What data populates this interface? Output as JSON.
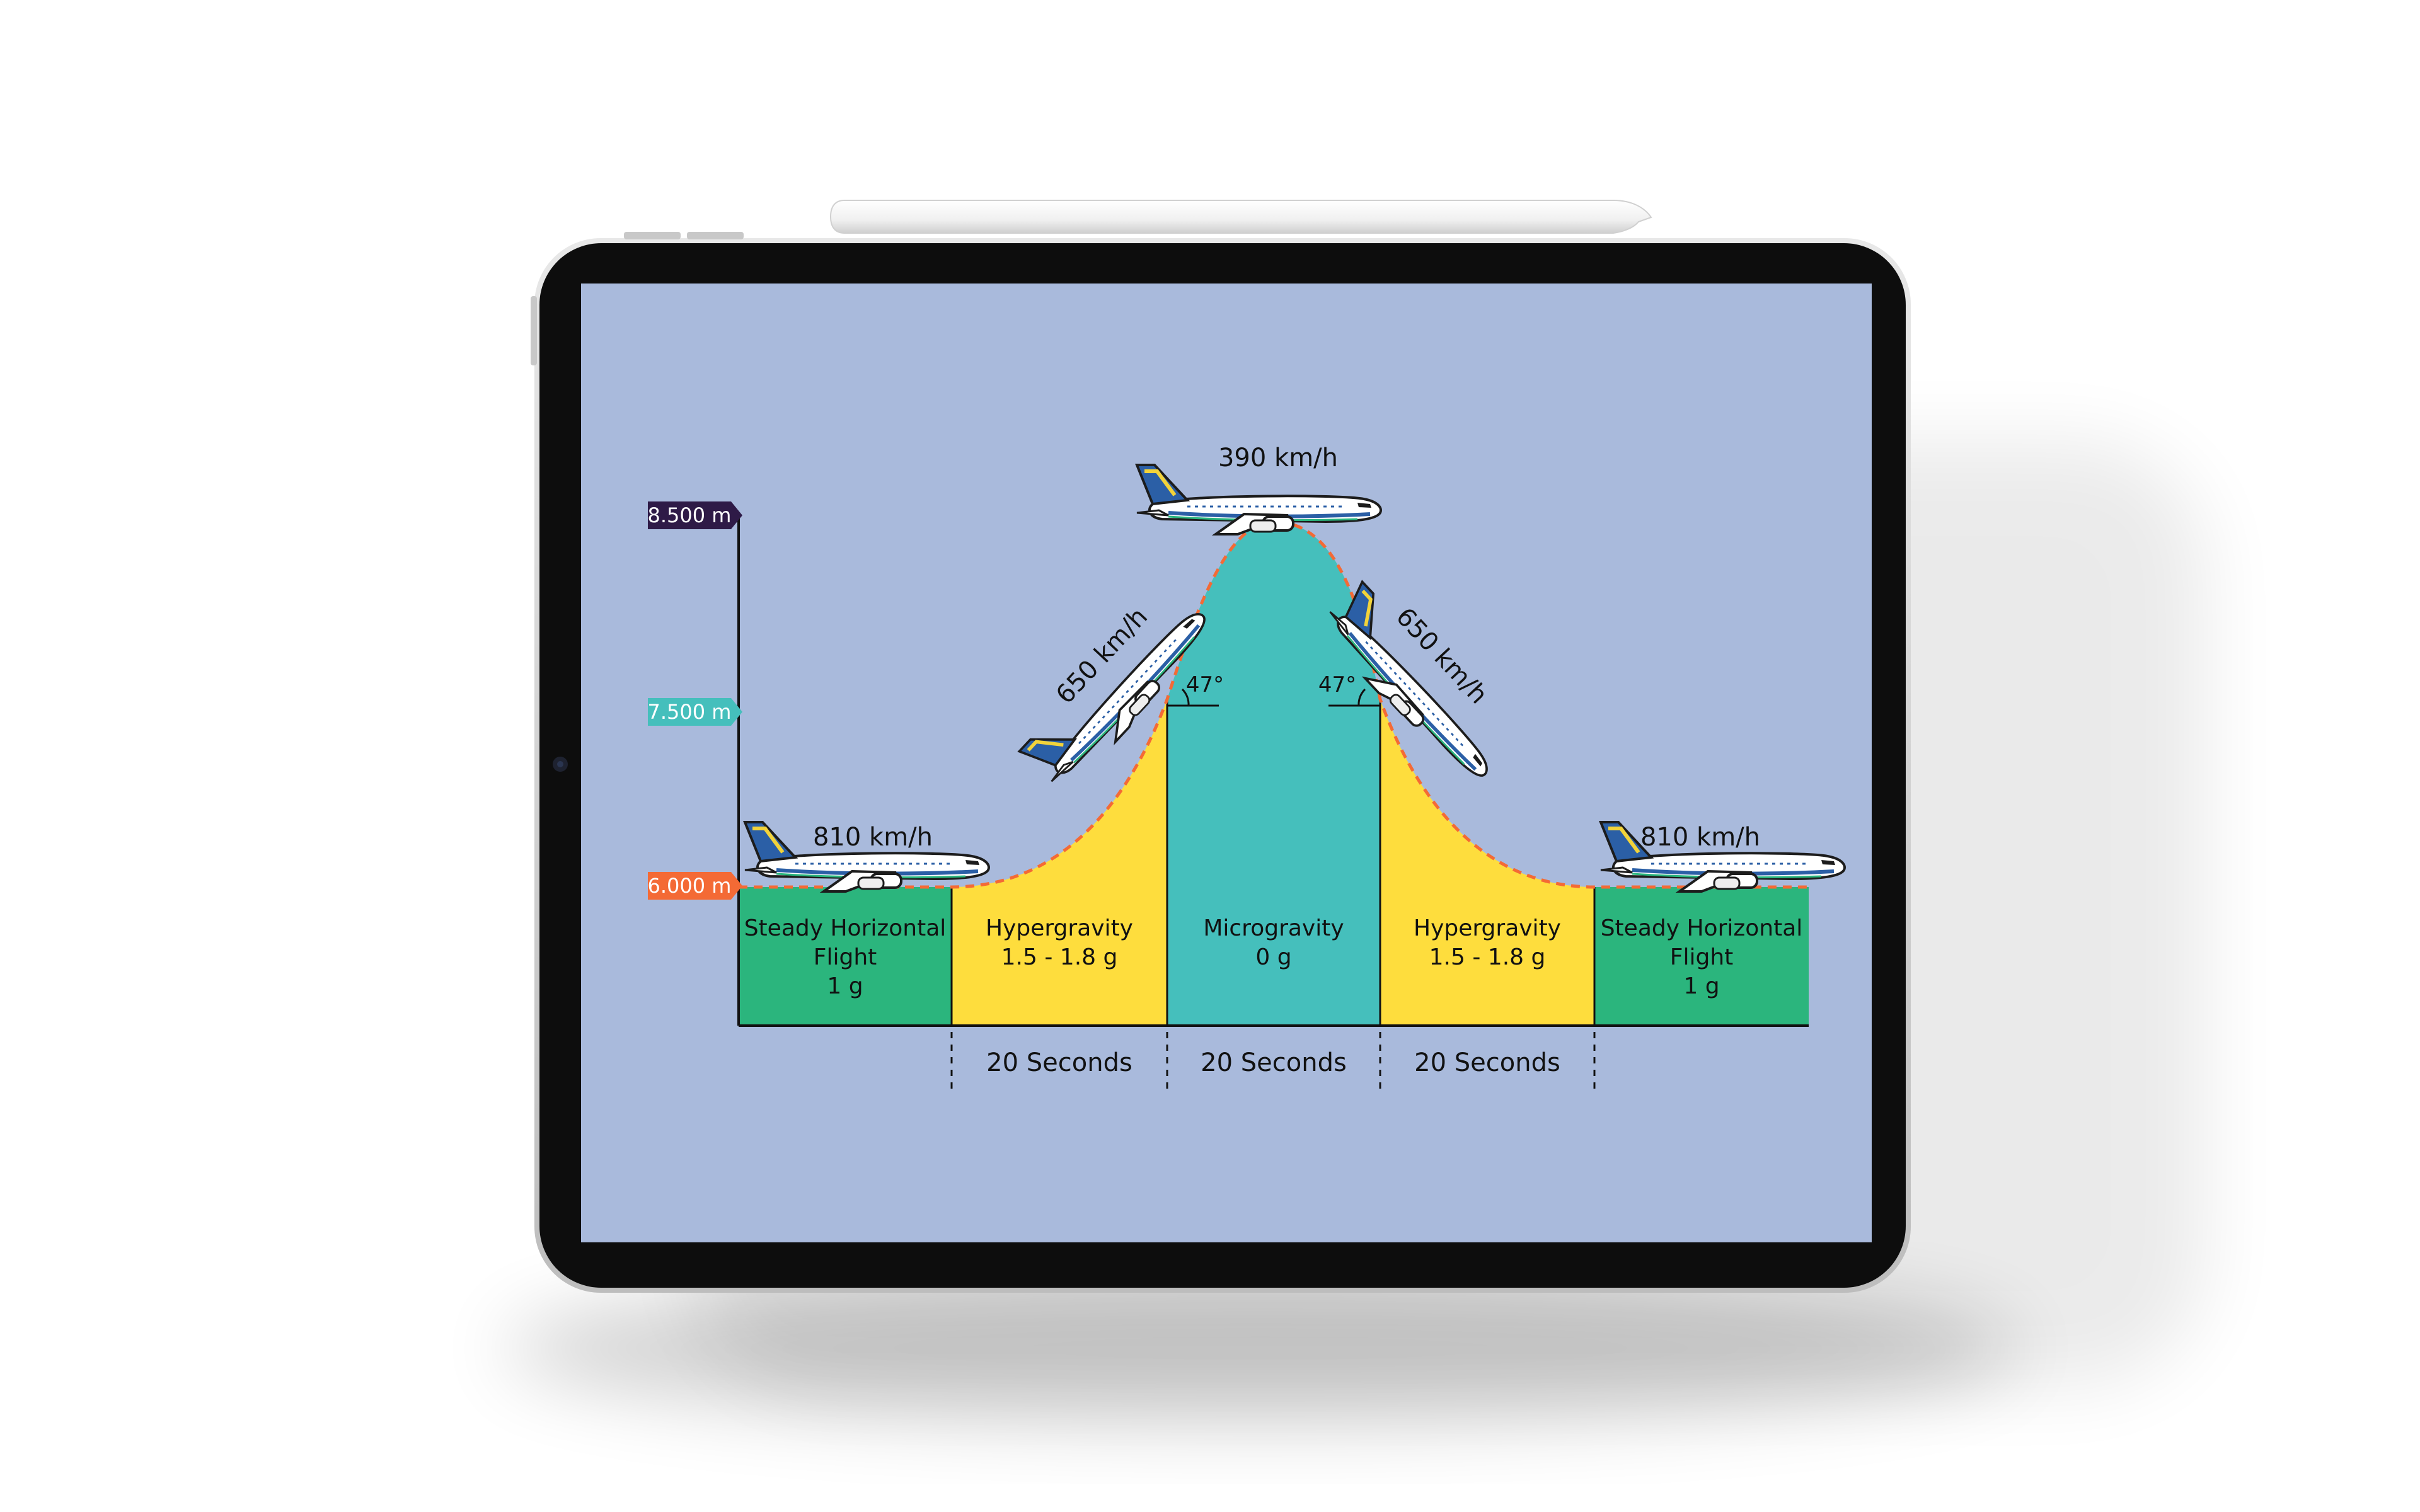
{
  "altitude_tags": [
    {
      "label": "8.500 m",
      "color": "#2e1a47"
    },
    {
      "label": "7.500 m",
      "color": "#45bfbc"
    },
    {
      "label": "6.000 m",
      "color": "#f46a35"
    }
  ],
  "phases": [
    {
      "lines": [
        "Steady Horizontal",
        "Flight",
        "1 g"
      ],
      "color": "#2bb57d"
    },
    {
      "lines": [
        "Hypergravity",
        "1.5 - 1.8 g"
      ],
      "color": "#fedd3d"
    },
    {
      "lines": [
        "Microgravity",
        "0 g"
      ],
      "color": "#45bfbc"
    },
    {
      "lines": [
        "Hypergravity",
        "1.5 - 1.8 g"
      ],
      "color": "#fedd3d"
    },
    {
      "lines": [
        "Steady Horizontal",
        "Flight",
        "1 g"
      ],
      "color": "#2bb57d"
    }
  ],
  "durations": [
    "20 Seconds",
    "20 Seconds",
    "20 Seconds"
  ],
  "speeds": {
    "left_level": "810 km/h",
    "left_climb": "650 km/h",
    "top": "390 km/h",
    "right_descent": "650 km/h",
    "right_level": "810 km/h"
  },
  "angles": {
    "left": "47°",
    "right": "47°"
  },
  "colors": {
    "screen_bg": "#a9badc",
    "trajectory": "#f46a35",
    "device_frame": "#0d0d0d",
    "device_body": "#d9d9d9"
  },
  "icons": [
    "airplane-icon",
    "stylus-icon",
    "camera-icon"
  ]
}
